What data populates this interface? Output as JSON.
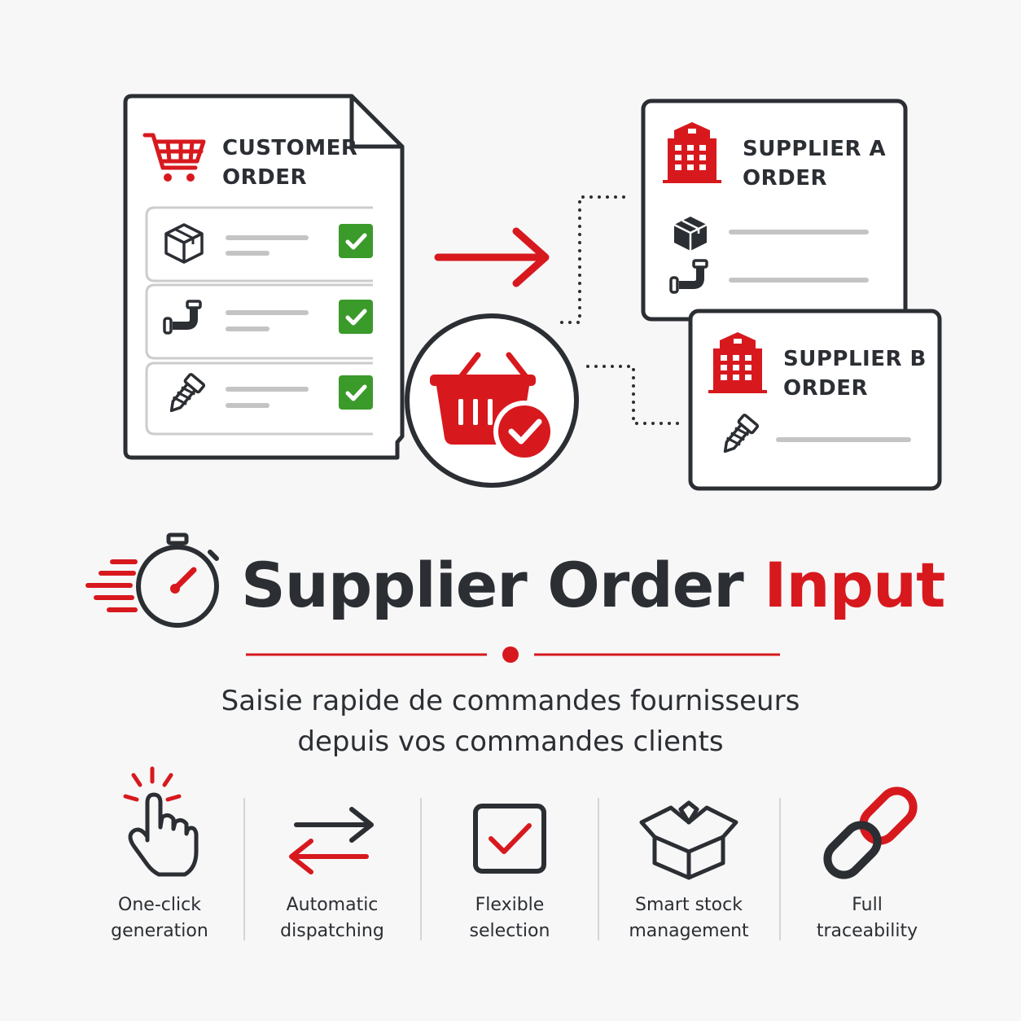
{
  "customer_order": {
    "title_line1": "CUSTOMER",
    "title_line2": "ORDER",
    "items": [
      {
        "icon": "box-icon",
        "checked": true
      },
      {
        "icon": "pipe-fitting-icon",
        "checked": true
      },
      {
        "icon": "screw-icon",
        "checked": true
      }
    ]
  },
  "suppliers": [
    {
      "title_line1": "SUPPLIER A",
      "title_line2": "ORDER",
      "items": [
        "box-icon",
        "pipe-fitting-icon"
      ]
    },
    {
      "title_line1": "SUPPLIER B",
      "title_line2": "ORDER",
      "items": [
        "screw-icon"
      ]
    }
  ],
  "hub_icon": "basket-check-icon",
  "title": {
    "main": "Supplier Order",
    "accent": "Input"
  },
  "subtitle": {
    "line1": "Saisie rapide de commandes fournisseurs",
    "line2": "depuis vos commandes clients"
  },
  "features": [
    {
      "icon": "click-hand-icon",
      "line1": "One-click",
      "line2": "generation"
    },
    {
      "icon": "swap-arrows-icon",
      "line1": "Automatic",
      "line2": "dispatching"
    },
    {
      "icon": "checkbox-icon",
      "line1": "Flexible",
      "line2": "selection"
    },
    {
      "icon": "open-box-icon",
      "line1": "Smart stock",
      "line2": "management"
    },
    {
      "icon": "chain-link-icon",
      "line1": "Full",
      "line2": "traceability"
    }
  ],
  "colors": {
    "accent": "#d7191e",
    "dark": "#2b2e33",
    "check_green": "#3a9a2a",
    "line_gray": "#c4c4c4",
    "background": "#f7f7f7"
  }
}
